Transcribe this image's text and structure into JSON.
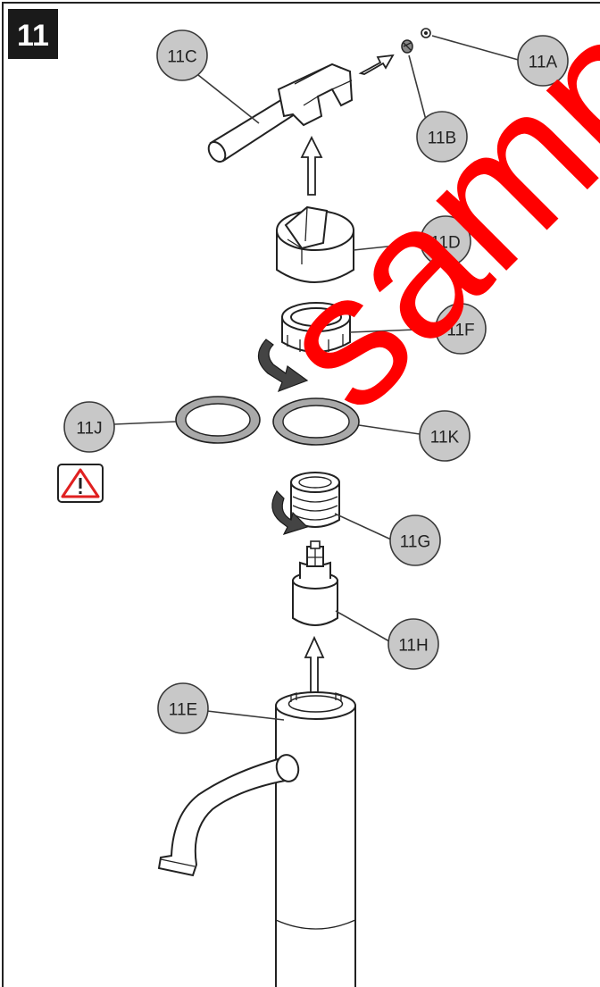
{
  "step": {
    "number": "11"
  },
  "callouts": {
    "c11A": "11A",
    "c11B": "11B",
    "c11C": "11C",
    "c11D": "11D",
    "c11F": "11F",
    "c11J": "11J",
    "c11K": "11K",
    "c11G": "11G",
    "c11H": "11H",
    "c11E": "11E"
  },
  "watermark": {
    "text": "sample",
    "color": "#ff0000"
  },
  "colors": {
    "frame": "#222222",
    "badge": "#1a1a1a",
    "callout_fill": "#c8c8c8",
    "warning": "#e02020"
  },
  "icons": [
    "warning-triangle-icon"
  ]
}
